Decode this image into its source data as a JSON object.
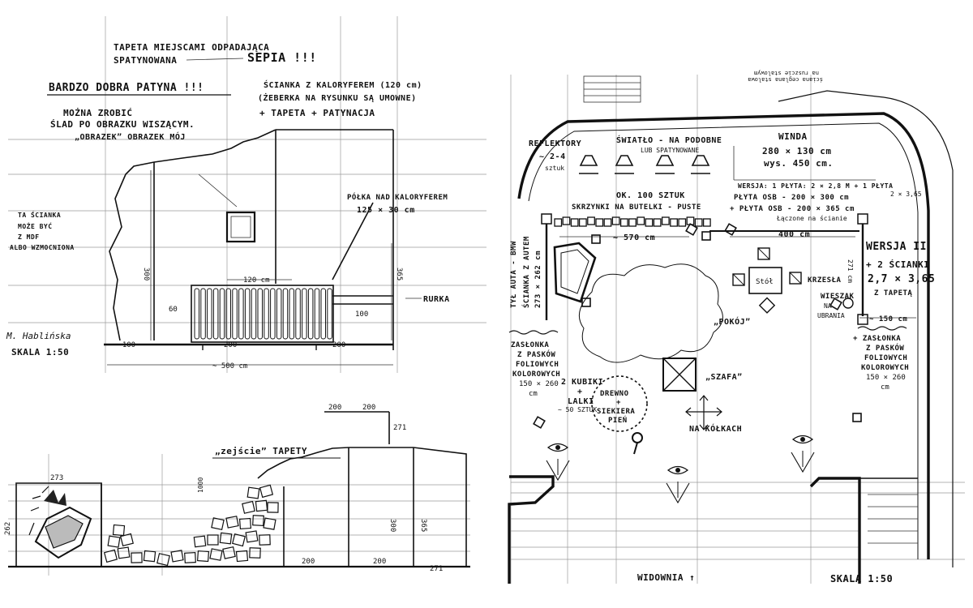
{
  "elevation": {
    "notes": {
      "line1a": "TAPETA MIEJSCAMI ODPADAJĄCA",
      "line1b": "SPATYNOWANA",
      "sepia": "SEPIA !!!",
      "patina": "BARDZO DOBRA PATYNA !!!",
      "trace1": "MOŻNA ZROBIĆ",
      "trace2": "ŚLAD PO OBRAZKU WISZĄCYM.",
      "trace3": "„OBRAZEK” OBRAZEK MÓJ",
      "wall1": "ŚCIANKA Z KALORYFEREM (120 cm)",
      "wall2": "(ŻEBERKA NA RYSUNKU SĄ UMOWNE)",
      "wall3": "+ TAPETA + PATYNACJA",
      "side1": "TA ŚCIANKA",
      "side2": "MOŻE BYĆ",
      "side3": "Z MDF",
      "side4": "ALBO WZMOCNIONA",
      "shelf1": "PÓŁKA NAD KALORYFEREM",
      "shelf2": "125 × 30 cm",
      "pipe": "RURKA",
      "author": "M. Hablińska",
      "scale": "SKALA 1:50"
    },
    "dims": {
      "d300": "300",
      "d365": "365",
      "d120": "120 cm",
      "d60": "60",
      "d100a": "100",
      "d100b": "~ 100",
      "d200a": "200",
      "d200b": "200",
      "total": "~ 500 cm"
    }
  },
  "lower": {
    "label": "„zejście” TAPETY",
    "dims": {
      "d273": "273",
      "d262": "262",
      "d200top1": "200",
      "d200top2": "200",
      "d271top": "271",
      "d300": "300",
      "d365": "365",
      "d1000": "1000",
      "d200b1": "200",
      "d200b2": "200",
      "d271b": "271"
    }
  },
  "plan": {
    "stamp1": "ściana ceglana stalowa",
    "stamp2": "na ruszcie stalowym",
    "lights1": "REFLEKTORY",
    "lights2": "~ 2-4",
    "lights3": "sztuk",
    "lights4": "ŚWIATŁO - NA PODOBNE",
    "lights5": "LUB SPATYNOWANE",
    "winda1": "WINDA",
    "winda2": "280 × 130 cm",
    "winda3": "wys. 450 cm.",
    "versionA1": "WERSJA: 1 PŁYTA: 2 × 2,8 M + 1 PŁYTA",
    "versionA2": "2 × 3,65",
    "versionA3": "PŁYTA OSB - 200 × 300 cm",
    "versionA4": "+ PŁYTA OSB - 200 × 365 cm",
    "versionA5": "Łączone na ścianie",
    "crates1": "OK. 100 SZTUK",
    "crates2": "SKRZYNKI NA BUTELKI - PUSTE",
    "d570": "~ 570 cm",
    "d400": "400 cm",
    "versionB1": "WERSJA II",
    "versionB2": "+ 2 ŚCIANKI",
    "versionB3": "2,7 × 3,65",
    "versionB4": "Z TAPETĄ",
    "left1": "TYŁ AUTA - BMW",
    "left2": "ŚCIANKA Z AUTEM",
    "left3": "273 × 262 cm",
    "d271": "271 cm",
    "table": "Stół",
    "chairs": "KRZESŁA",
    "bag1": "WIESZAK",
    "bag2": "NA",
    "bag3": "UBRANIA",
    "room": "„POKÓJ”",
    "d150": "~ 150 cm",
    "curtainL1": "ZASŁONKA",
    "curtainL2": "Z PASKÓW",
    "curtainL3": "FOLIOWYCH",
    "curtainL4": "KOLOROWYCH",
    "curtainL5": "150 × 260",
    "curtainL6": "cm",
    "curtainR1": "+ ZASŁONKA",
    "curtainR2": "Z PASKÓW",
    "curtainR3": "FOLIOWYCH",
    "curtainR4": "KOLOROWYCH",
    "curtainR5": "150 × 260",
    "curtainR6": "cm",
    "cubes1": "2 KUBIKI",
    "cubes2": "+",
    "cubes3": "LALKI",
    "cubes4": "~ 50 SZTUK",
    "wood1": "DREWNO",
    "wood2": "+",
    "wood3": "SIEKIERA",
    "wood4": "PIEŃ",
    "wardrobe": "„SZAFA”",
    "wheels": "NA KÓŁKACH",
    "audience": "WIDOWNIA ↑",
    "scale": "SKALA 1:50"
  }
}
